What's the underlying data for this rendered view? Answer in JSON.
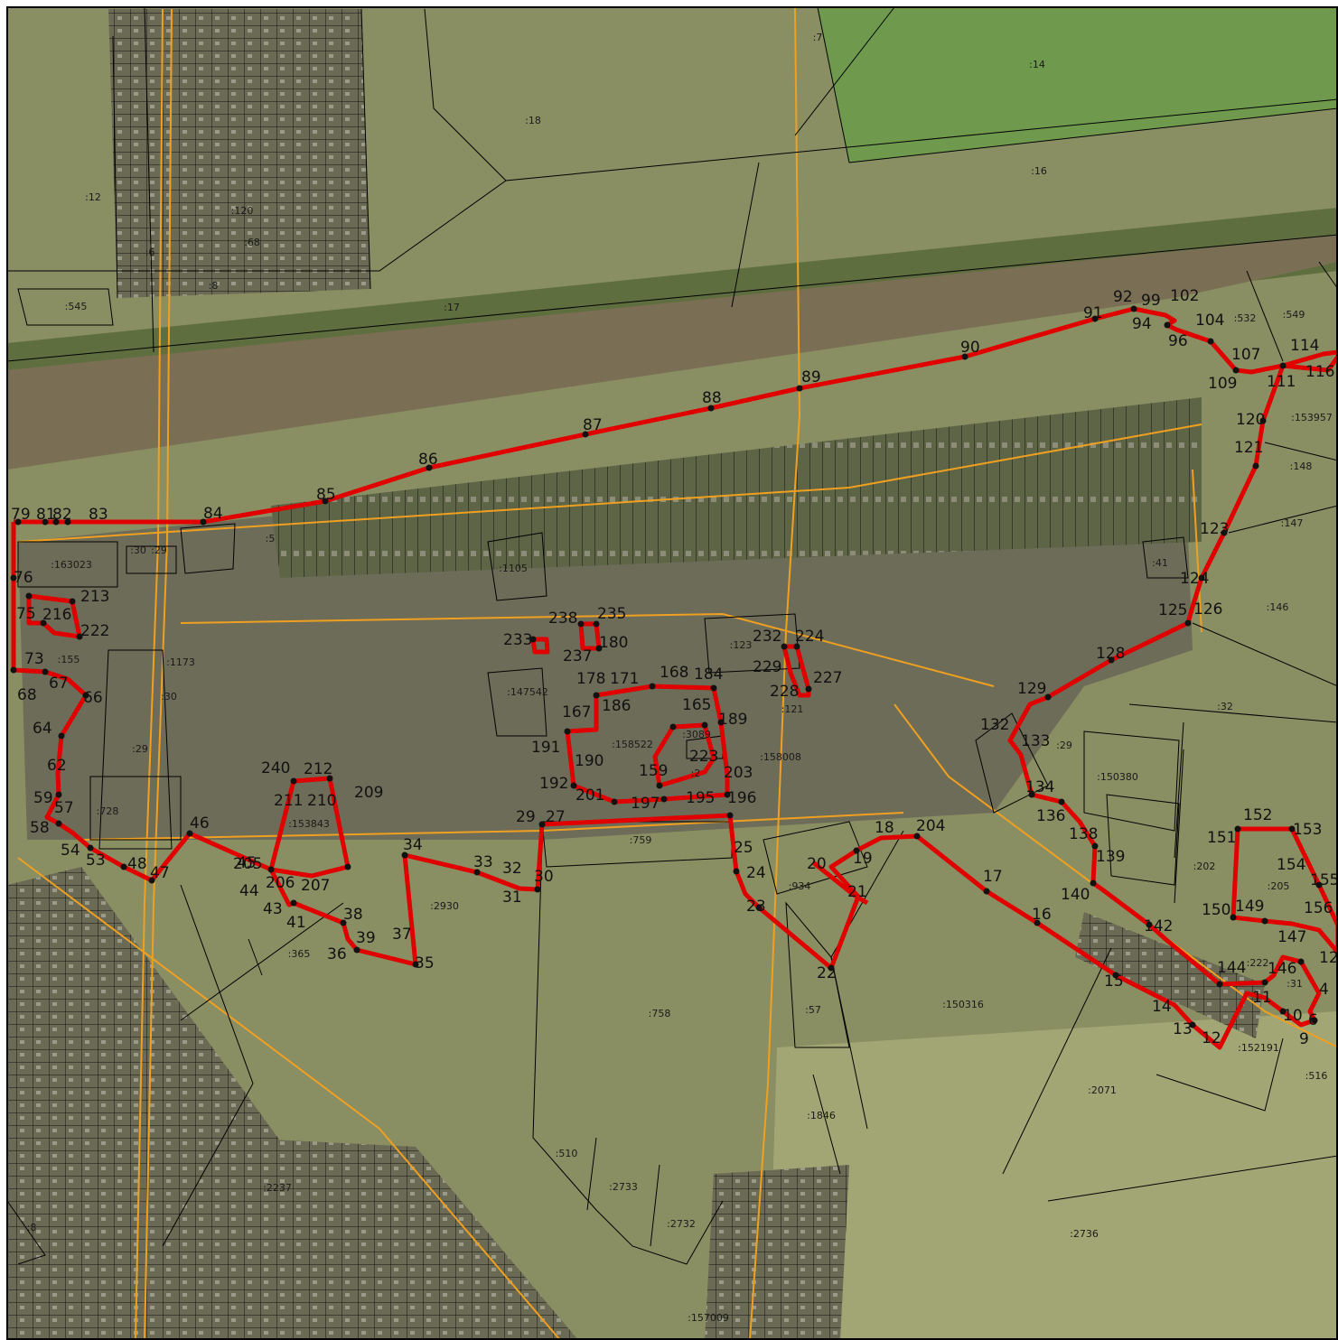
{
  "map": {
    "colors": {
      "paper": "#ffffff",
      "field": "#8a8f63",
      "field_light": "#a2a674",
      "green_field": "#6f9a4e",
      "river": "#7a6f55",
      "river_bank": "#5f6e3e",
      "village": "#6d6c58",
      "boundary": "#e00000",
      "vertex": "#111111",
      "parcel_outline": "#000000",
      "utility_line": "#f0a020"
    },
    "parcel_labels": [
      ":7",
      ":14",
      ":18",
      ":16",
      ":12",
      ":120",
      ":6",
      ":68",
      ":8",
      ":545",
      ":17",
      ":532",
      ":549",
      ":153957",
      ":148",
      ":147",
      ":146",
      ":163023",
      ":30",
      ":29",
      ":5",
      ":1105",
      ":41",
      ":155",
      ":1173",
      ":30",
      ":29",
      ":147542",
      ":123",
      ":121",
      ":3089",
      ":158522",
      ":158008",
      ":2",
      ":32",
      ":29",
      ":150380",
      ":728",
      ":153843",
      ":759",
      ":934",
      ":2930",
      ":202",
      ":205",
      ":222",
      ":31",
      ":365",
      ":758",
      ":57",
      ":150316",
      ":152191",
      ":516",
      ":2071",
      ":1846",
      ":510",
      ":2733",
      ":2732",
      ":2237",
      ":2736",
      ":157009",
      ":8"
    ],
    "vertex_labels": [
      "79",
      "81",
      "82",
      "83",
      "84",
      "85",
      "86",
      "87",
      "88",
      "89",
      "90",
      "91",
      "92",
      "99",
      "102",
      "94",
      "104",
      "96",
      "107",
      "114",
      "109",
      "111",
      "116",
      "120",
      "121",
      "123",
      "124",
      "125",
      "126",
      "128",
      "129",
      "132",
      "133",
      "134",
      "136",
      "138",
      "139",
      "140",
      "142",
      "17",
      "16",
      "15",
      "14",
      "13",
      "12",
      "144",
      "146",
      "147",
      "149",
      "150",
      "151",
      "152",
      "153",
      "154",
      "155",
      "156",
      "4",
      "11",
      "10",
      "6",
      "9",
      "12",
      "76",
      "213",
      "75",
      "216",
      "222",
      "73",
      "67",
      "68",
      "66",
      "64",
      "62",
      "59",
      "57",
      "58",
      "54",
      "53",
      "48",
      "47",
      "46",
      "45",
      "44",
      "43",
      "41",
      "38",
      "39",
      "36",
      "37",
      "35",
      "34",
      "33",
      "32",
      "31",
      "30",
      "29",
      "27",
      "25",
      "24",
      "23",
      "22",
      "21",
      "20",
      "19",
      "18",
      "204",
      "205",
      "206",
      "207",
      "209",
      "210",
      "211",
      "212",
      "240",
      "233",
      "238",
      "235",
      "237",
      "180",
      "178",
      "171",
      "168",
      "184",
      "186",
      "167",
      "165",
      "189",
      "191",
      "190",
      "192",
      "201",
      "197",
      "195",
      "196",
      "203",
      "159",
      "223",
      "232",
      "224",
      "229",
      "227",
      "228"
    ]
  }
}
